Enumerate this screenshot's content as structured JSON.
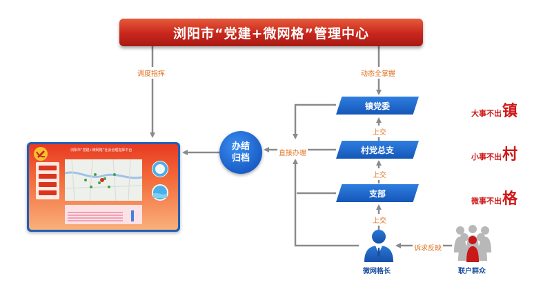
{
  "title": "浏阳市“党建+微网格”管理中心",
  "edges": {
    "left_down": "调度指挥",
    "right_down": "动态全掌握",
    "up_1": "上交",
    "up_2": "上交",
    "up_3": "上交",
    "direct": "直接办理",
    "appeal": "诉求反映"
  },
  "levels": [
    {
      "label": "镇党委"
    },
    {
      "label": "村党总支"
    },
    {
      "label": "支部"
    }
  ],
  "archive": {
    "line1": "办结",
    "line2": "归档"
  },
  "slogans": [
    {
      "text": "大事不出",
      "big": "镇"
    },
    {
      "text": "小事不出",
      "big": "村"
    },
    {
      "text": "微事不出",
      "big": "格"
    }
  ],
  "grid_leader": "微网格长",
  "residents": "联户群众",
  "screen": {
    "title": "浏阳市“党建+微网格”社会治理指挥平台",
    "buttons": [
      "",
      "",
      "",
      ""
    ]
  },
  "colors": {
    "banner_red": "#c8261c",
    "level_blue": "#1557b8",
    "label_orange": "#e07020",
    "slogan_red": "#d01818"
  }
}
